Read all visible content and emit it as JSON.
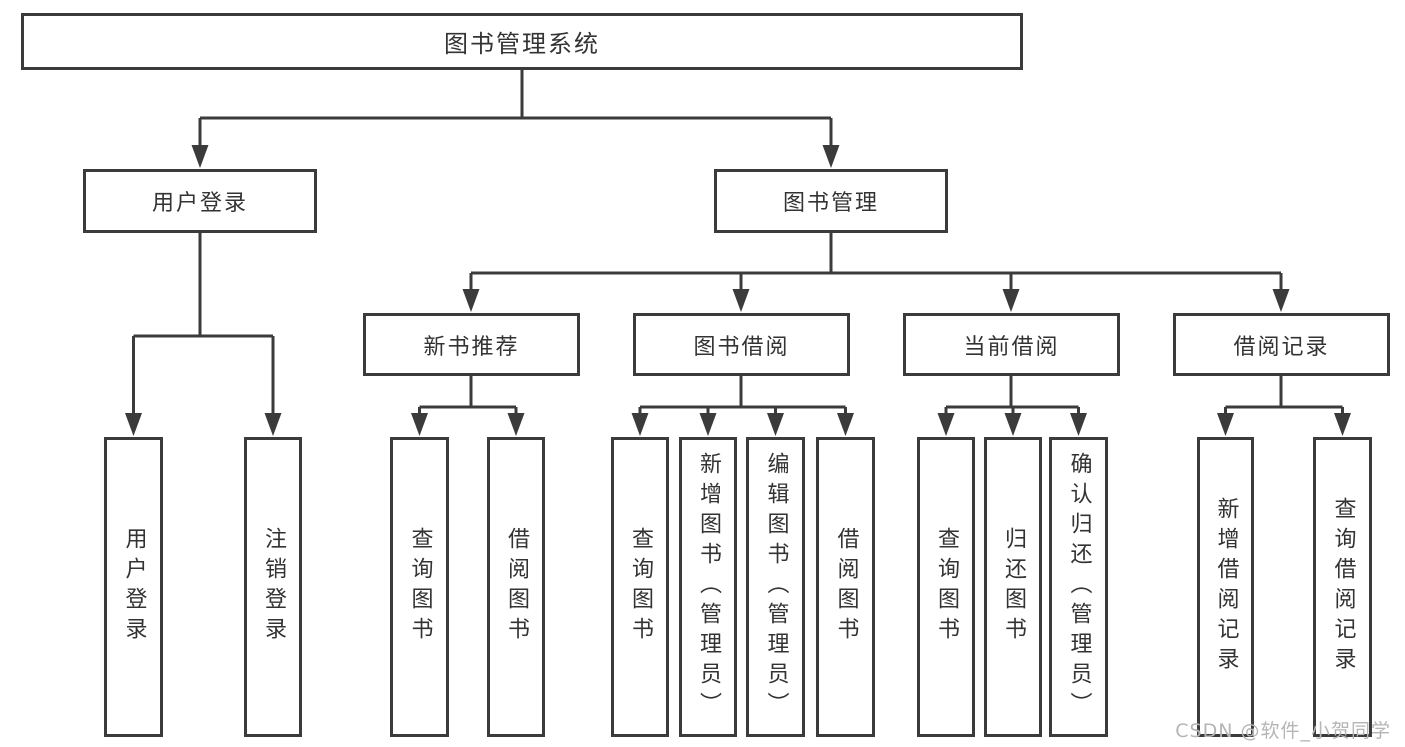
{
  "nodes": {
    "root": "图书管理系统",
    "level2": [
      "用户登录",
      "图书管理"
    ],
    "level3": [
      "新书推荐",
      "图书借阅",
      "当前借阅",
      "借阅记录"
    ]
  },
  "groups": {
    "user_login": [
      "用户登录",
      "注销登录"
    ],
    "new_book_rec": [
      "查询图书",
      "借阅图书"
    ],
    "book_borrow": [
      "查询图书",
      "新增图书（管理员）",
      "编辑图书（管理员）",
      "借阅图书"
    ],
    "current_borrow": [
      "查询图书",
      "归还图书",
      "确认归还（管理员）"
    ],
    "borrow_records": [
      "新增借阅记录",
      "查询借阅记录"
    ]
  },
  "watermark": "CSDN @软件_小贺同学",
  "colors": {
    "line": "#3b3b3b",
    "text": "#333333",
    "watermark": "#b5b5b5",
    "background": "#ffffff"
  }
}
